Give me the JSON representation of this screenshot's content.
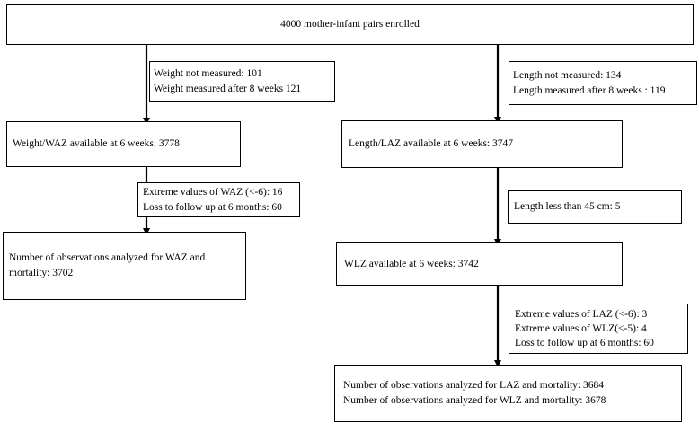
{
  "flowchart": {
    "enrolled": "4000 mother-infant  pairs enrolled",
    "left": {
      "exclusion1": [
        "Weight  not measured:  101",
        "Weight  measured after 8 weeks 121"
      ],
      "available": "Weight/WAZ  available  at 6 weeks:  3778",
      "exclusion2": [
        "Extreme values of WAZ (<-6):  16",
        "Loss to follow up at 6 months:  60"
      ],
      "analyzed": [
        "Number of observations analyzed for WAZ and",
        "mortality:  3702"
      ]
    },
    "right": {
      "exclusion1": [
        "Length  not measured:  134",
        "Length measured after 8 weeks : 119"
      ],
      "available": "Length/LAZ  available  at 6 weeks:  3747",
      "exclusion2": [
        "Length less than 45 cm:  5"
      ],
      "wlz_available": "WLZ available  at 6 weeks:  3742",
      "exclusion3": [
        "Extreme values of LAZ (<-6):  3",
        "Extreme values of WLZ(<-5):  4",
        "Loss to follow up at 6 months:  60"
      ],
      "analyzed": [
        "Number of observations analyzed for LAZ and mortality:  3684",
        "Number of observations analyzed for WLZ and mortality:  3678"
      ]
    }
  }
}
